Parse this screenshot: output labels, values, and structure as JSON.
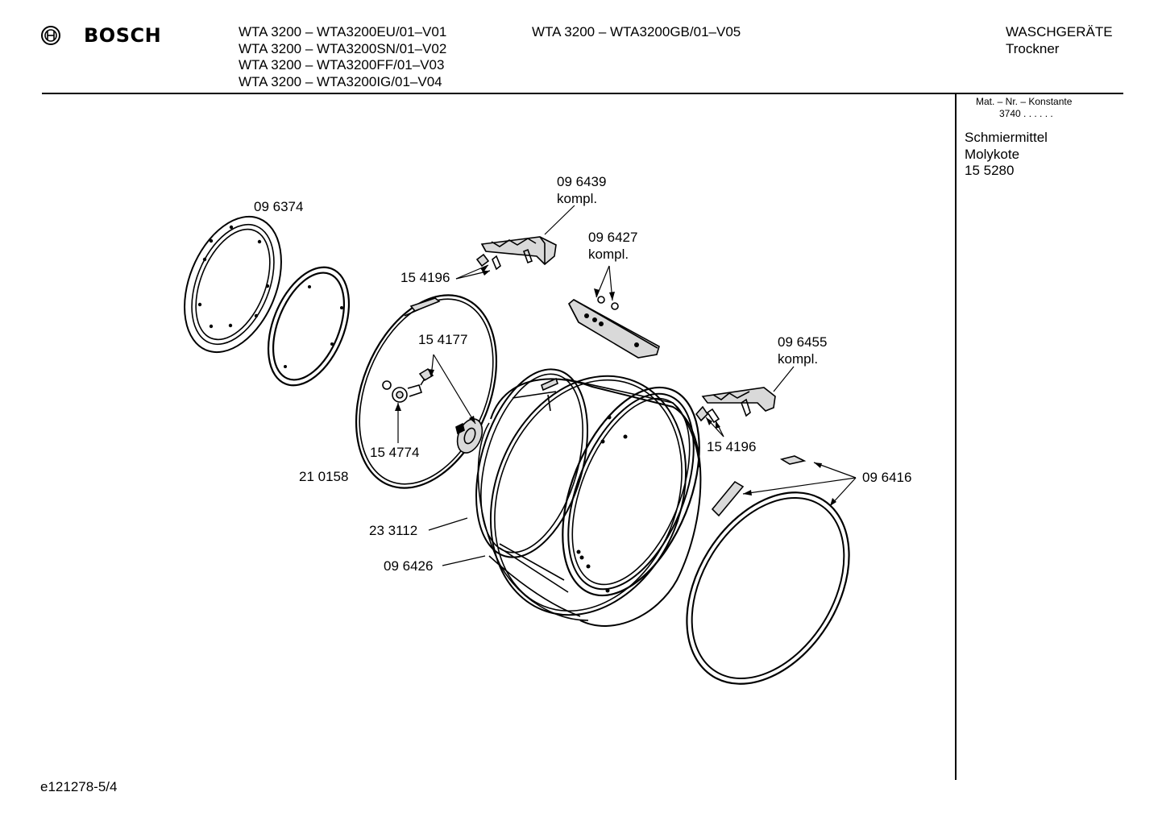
{
  "header": {
    "brand": "BOSCH",
    "models_left": [
      "WTA 3200 – WTA3200EU/01–V01",
      "WTA 3200 – WTA3200SN/01–V02",
      "WTA 3200 – WTA3200FF/01–V03",
      "WTA 3200 – WTA3200IG/01–V04"
    ],
    "model_right": "WTA 3200 – WTA3200GB/01–V05",
    "category": "WASCHGERÄTE",
    "subcategory": "Trockner"
  },
  "sidebar": {
    "mat_header": "Mat. – Nr. – Konstante",
    "mat_value": "3740 . .   . . . .",
    "lubricant": [
      "Schmiermittel",
      "Molykote",
      "15 5280"
    ]
  },
  "parts": {
    "p096374": "09 6374",
    "p096439": [
      "09 6439",
      "kompl."
    ],
    "p096427": [
      "09 6427",
      "kompl."
    ],
    "p154196a": "15 4196",
    "p154177": "15 4177",
    "p154774": "15 4774",
    "p210158": "21 0158",
    "p096455": [
      "09 6455",
      "kompl."
    ],
    "p154196b": "15 4196",
    "p096416": "09 6416",
    "p233112": "23 3112",
    "p096426": "09 6426"
  },
  "footer": {
    "doc_id": "e121278-5/4"
  },
  "colors": {
    "ink": "#000000",
    "paper": "#ffffff",
    "part_fill": "#d9d9d9"
  }
}
